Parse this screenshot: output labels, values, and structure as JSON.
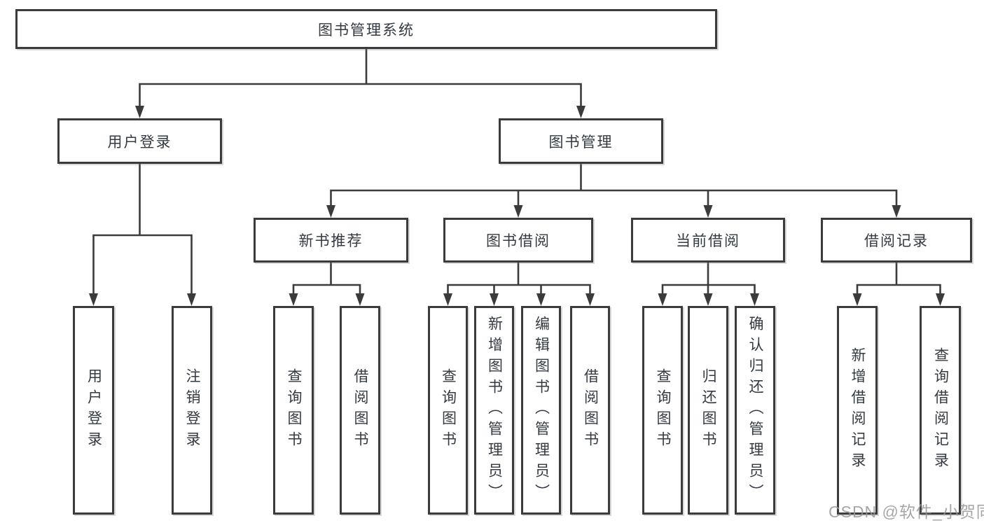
{
  "watermark": "CSDN @软件_小贺同学",
  "colors": {
    "line": "#3b3b3b",
    "box_border": "#3b3b3b",
    "text": "#333a42",
    "background": "#ffffff",
    "watermark": "#969696"
  },
  "diagram": {
    "root": "图书管理系统",
    "level2": [
      "用户登录",
      "图书管理"
    ],
    "level3": [
      "新书推荐",
      "图书借阅",
      "当前借阅",
      "借阅记录"
    ],
    "leaves": {
      "user_login": [
        "用户登录",
        "注销登录"
      ],
      "new_book": [
        "查询图书",
        "借阅图书"
      ],
      "book_borrow": [
        "查询图书",
        "新增图书（管理员）",
        "编辑图书（管理员）",
        "借阅图书"
      ],
      "current_borrow": [
        "查询图书",
        "归还图书",
        "确认归还（管理员）"
      ],
      "borrow_records": [
        "新增借阅记录",
        "查询借阅记录"
      ]
    }
  }
}
